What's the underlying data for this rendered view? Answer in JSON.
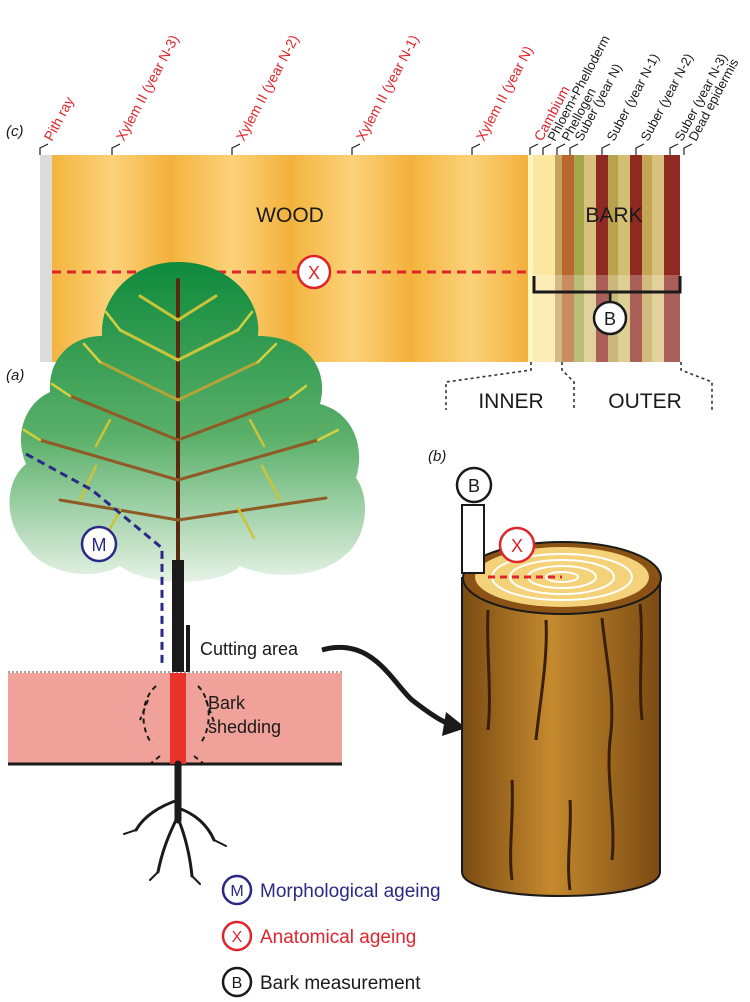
{
  "panels": {
    "a": "(a)",
    "b": "(b)",
    "c": "(c)"
  },
  "layers_red": [
    "Pith ray",
    "Xylem II (year N-3)",
    "Xylem II (year N-2)",
    "Xylem II (year N-1)",
    "Xylem II (year N)",
    "Cambium"
  ],
  "layers_black": [
    "Phloem+Phelloderm",
    "Phellogen",
    "Suber (year N)",
    "Suber (year N-1)",
    "Suber (year N-2)",
    "Suber (year N-3)",
    "Dead epidermis"
  ],
  "sections": {
    "wood": "WOOD",
    "bark": "BARK",
    "inner": "INNER",
    "outer": "OUTER"
  },
  "markers": {
    "m": "M",
    "x": "X",
    "b": "B"
  },
  "tree": {
    "cutting_area": "Cutting area",
    "bark_shedding_1": "Bark",
    "bark_shedding_2": "shedding"
  },
  "legend": [
    {
      "letter": "M",
      "text": "Morphological ageing",
      "color": "#2a2a86"
    },
    {
      "letter": "X",
      "text": "Anatomical ageing",
      "color": "#e0242b"
    },
    {
      "letter": "B",
      "text": "Bark measurement",
      "color": "#1a1a1a"
    }
  ],
  "colors": {
    "red": "#e0242b",
    "blue": "#2a2a86",
    "wood": "#f7c24a",
    "canopy": "#118a3a",
    "bark_zone": "#f0a29a",
    "stump": "#b57a25"
  }
}
